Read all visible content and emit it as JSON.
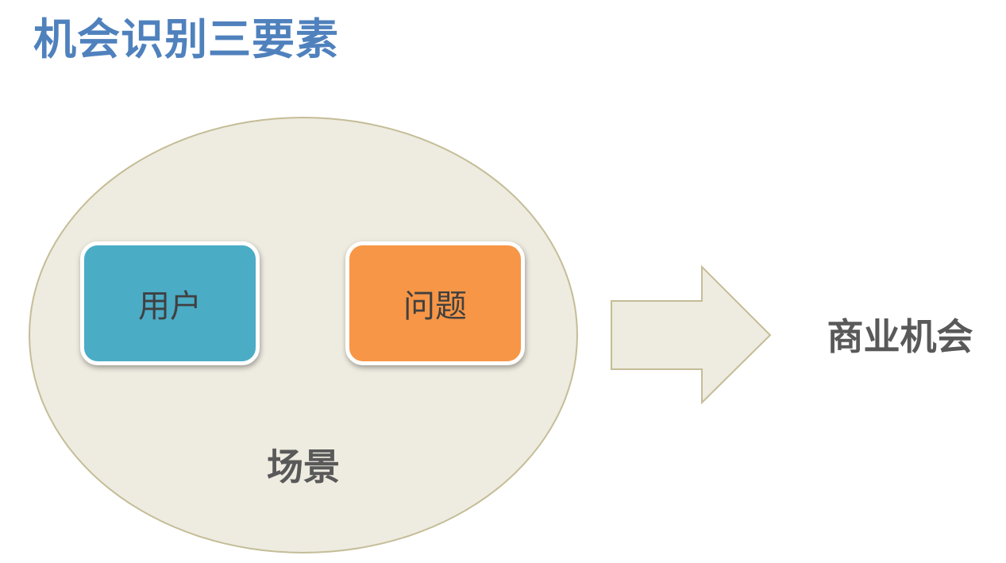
{
  "title": "机会识别三要素",
  "scene": {
    "label": "场景",
    "items": [
      {
        "label": "用户"
      },
      {
        "label": "问题"
      }
    ]
  },
  "result": {
    "label": "商业机会"
  },
  "colors": {
    "title": "#4f81bd",
    "ellipse_fill": "#eeebe0",
    "ellipse_border": "#c4bd97",
    "user_box": "#4bacc6",
    "problem_box": "#f79646",
    "arrow_fill": "#eeebe0",
    "arrow_border": "#c4bd97",
    "text_dark": "#595959"
  }
}
